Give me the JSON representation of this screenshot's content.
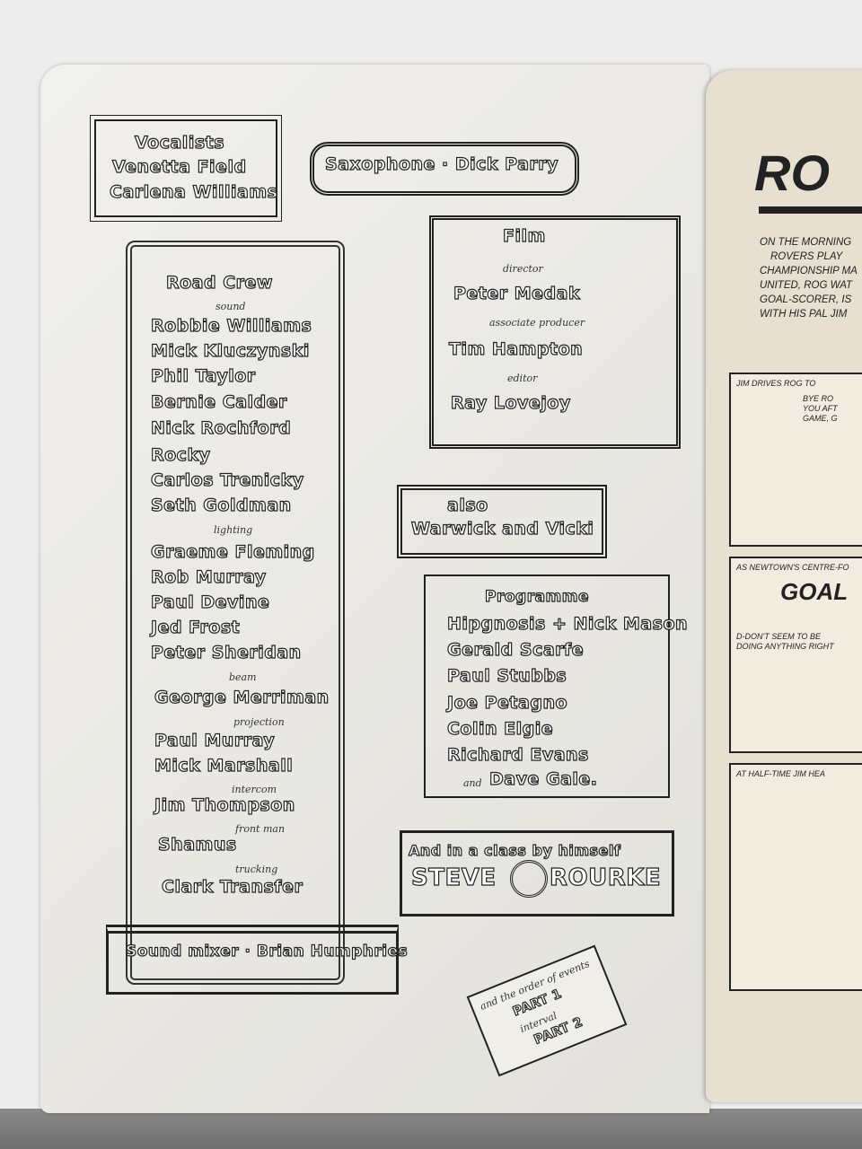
{
  "vocalists": {
    "heading": "Vocalists",
    "names": [
      "Venetta Field",
      "Carlena Williams"
    ]
  },
  "saxophone": "Saxophone · Dick Parry",
  "film": {
    "heading": "Film",
    "roles": [
      {
        "role": "director",
        "name": "Peter Medak"
      },
      {
        "role": "associate producer",
        "name": "Tim Hampton"
      },
      {
        "role": "editor",
        "name": "Ray Lovejoy"
      }
    ]
  },
  "road_crew": {
    "heading": "Road Crew",
    "groups": [
      {
        "role": "sound",
        "names": [
          "Robbie Williams",
          "Mick Kluczynski",
          "Phil Taylor",
          "Bernie Calder",
          "Nick Rochford",
          "Rocky",
          "Carlos Trenicky",
          "Seth Goldman"
        ]
      },
      {
        "role": "lighting",
        "names": [
          "Graeme Fleming",
          "Rob Murray",
          "Paul Devine",
          "Jed Frost",
          "Peter Sheridan"
        ]
      },
      {
        "role": "beam",
        "names": [
          "George Merriman"
        ]
      },
      {
        "role": "projection",
        "names": [
          "Paul Murray",
          "Mick Marshall"
        ]
      },
      {
        "role": "intercom",
        "names": [
          "Jim Thompson"
        ]
      },
      {
        "role": "front man",
        "names": [
          "Shamus"
        ]
      },
      {
        "role": "trucking",
        "names": [
          "Clark Transfer"
        ]
      }
    ]
  },
  "also": {
    "heading": "also",
    "names": "Warwick and Vicki"
  },
  "programme": {
    "heading": "Programme",
    "names": [
      "Hipgnosis + Nick Mason",
      "Gerald Scarfe",
      "Paul Stubbs",
      "Joe Petagno",
      "Colin Elgie",
      "Richard Evans"
    ],
    "last_prefix": "and",
    "last": "Dave Gale."
  },
  "class_by_himself": {
    "heading": "And in a class by himself",
    "first": "STEVE",
    "last": "ROURKE"
  },
  "sound_mixer": "Sound mixer · Brian Humphries",
  "running_order": {
    "heading": "and the order of events",
    "items": [
      "PART 1",
      "interval",
      "PART 2"
    ]
  },
  "comic": {
    "title": "RO",
    "intro": [
      "ON THE MORNING",
      "ROVERS PLAY",
      "CHAMPIONSHIP MA",
      "UNITED, ROG WAT",
      "GOAL-SCORER, IS",
      "WITH HIS PAL JIM"
    ],
    "panel1_caption": "JIM DRIVES ROG TO",
    "panel1_speech": [
      "BYE RO",
      "YOU AFT",
      "GAME, G"
    ],
    "panel2_caption": "AS NEWTOWN'S CENTRE-FO",
    "panel2_sign": "GOAL",
    "panel2_speech": [
      "D-DON'T SEEM TO BE",
      "DOING ANYTHING RIGHT"
    ],
    "panel3_caption": "AT HALF-TIME JIM HEA"
  }
}
